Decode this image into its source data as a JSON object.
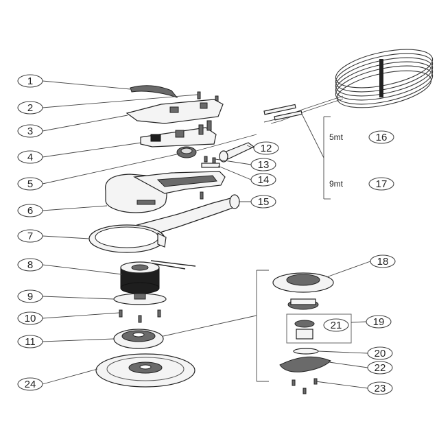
{
  "diagram": {
    "callouts": [
      {
        "id": "c1",
        "label": "1"
      },
      {
        "id": "c2",
        "label": "2"
      },
      {
        "id": "c3",
        "label": "3"
      },
      {
        "id": "c4",
        "label": "4"
      },
      {
        "id": "c5",
        "label": "5"
      },
      {
        "id": "c6",
        "label": "6"
      },
      {
        "id": "c7",
        "label": "7"
      },
      {
        "id": "c8",
        "label": "8"
      },
      {
        "id": "c9",
        "label": "9"
      },
      {
        "id": "c10",
        "label": "10"
      },
      {
        "id": "c11",
        "label": "11"
      },
      {
        "id": "c12",
        "label": "12"
      },
      {
        "id": "c13",
        "label": "13"
      },
      {
        "id": "c14",
        "label": "14"
      },
      {
        "id": "c15",
        "label": "15"
      },
      {
        "id": "c16",
        "label": "16"
      },
      {
        "id": "c17",
        "label": "17"
      },
      {
        "id": "c18",
        "label": "18"
      },
      {
        "id": "c19",
        "label": "19"
      },
      {
        "id": "c20",
        "label": "20"
      },
      {
        "id": "c21",
        "label": "21"
      },
      {
        "id": "c22",
        "label": "22"
      },
      {
        "id": "c23",
        "label": "23"
      },
      {
        "id": "c24",
        "label": "24"
      }
    ],
    "cable_options": {
      "length_5": "5mt",
      "length_9": "9mt"
    }
  }
}
